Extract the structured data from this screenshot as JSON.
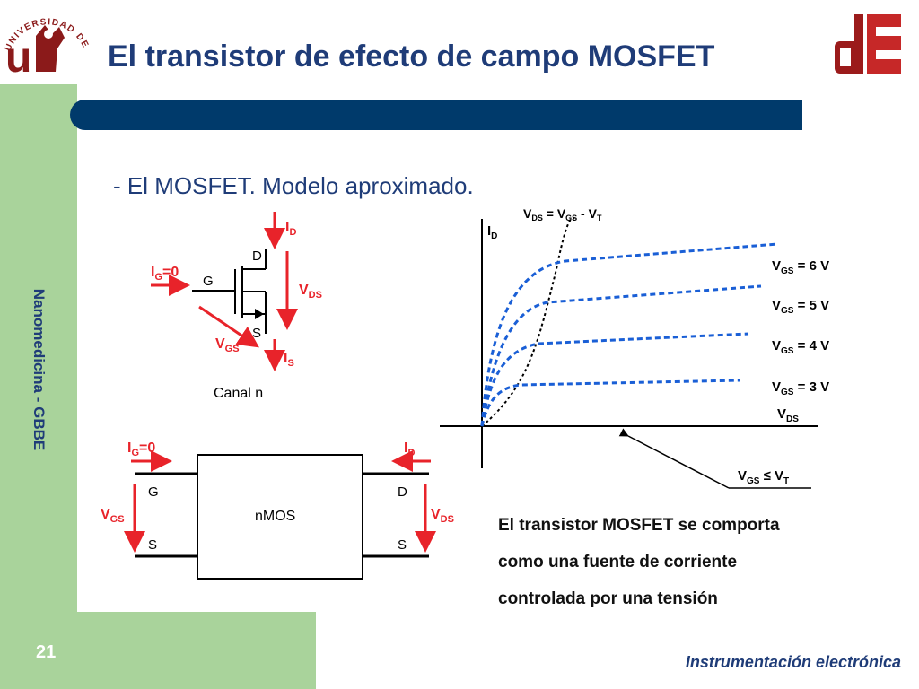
{
  "header": {
    "title": "El transistor de efecto de campo MOSFET",
    "logo_left_text": "UNIVERSIDAD DE SEVILLA",
    "logo_right_text": "dE"
  },
  "sidebar": {
    "course_label": "Nanomedicina - GBBE"
  },
  "content": {
    "subtitle": "- El MOSFET. Modelo aproximado.",
    "symbol": {
      "id_label": "I",
      "id_sub": "D",
      "ig_label": "I",
      "ig_sub": "G",
      "ig_suffix": "=0",
      "d": "D",
      "g": "G",
      "s": "S",
      "vds_label": "V",
      "vds_sub": "DS",
      "vgs_label": "V",
      "vgs_sub": "GS",
      "is_label": "I",
      "is_sub": "S",
      "caption": "Canal n"
    },
    "block": {
      "ig_label": "I",
      "ig_sub": "G",
      "ig_suffix": "=0",
      "id_label": "I",
      "id_sub": "D",
      "g": "G",
      "d": "D",
      "s_left": "S",
      "s_right": "S",
      "vgs_label": "V",
      "vgs_sub": "GS",
      "vds_label": "V",
      "vds_sub": "DS",
      "name": "nMOS"
    },
    "statement": [
      "El transistor MOSFET se comporta",
      "como una fuente de corriente",
      "controlada por una tensión"
    ]
  },
  "graph": {
    "boundary": {
      "a": "V",
      "a_sub": "DS",
      "b": " = V",
      "b_sub": "GS",
      "c": " - V",
      "c_sub": "T"
    },
    "y_axis": {
      "label": "I",
      "sub": "D"
    },
    "x_axis": {
      "label": "V",
      "sub": "DS"
    },
    "curves": [
      {
        "prefix": "V",
        "sub": "GS",
        "suffix": " = 6 V"
      },
      {
        "prefix": "V",
        "sub": "GS",
        "suffix": " = 5 V"
      },
      {
        "prefix": "V",
        "sub": "GS",
        "suffix": " = 4 V"
      },
      {
        "prefix": "V",
        "sub": "GS",
        "suffix": " = 3 V"
      }
    ],
    "cutoff": {
      "prefix": "V",
      "sub": "GS",
      "suffix": " ≤ V",
      "sub2": "T"
    }
  },
  "footer": {
    "course": "Instrumentación electrónica",
    "page": "21"
  },
  "colors": {
    "title": "#1f3c78",
    "bar": "#003a6b",
    "green": "#a9d39b",
    "red": "#e8232a",
    "curve": "#1a5fd6"
  }
}
